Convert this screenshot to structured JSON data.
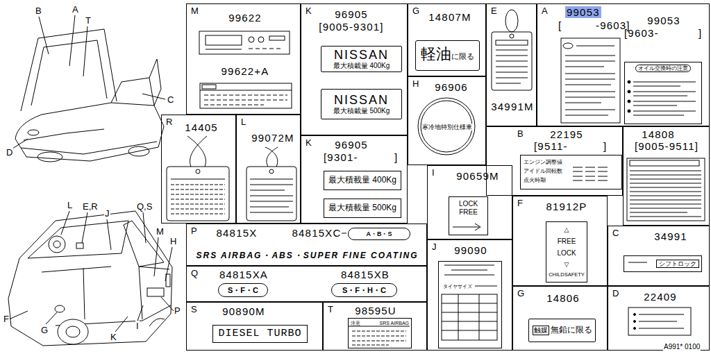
{
  "diagram": {
    "nodes": [
      {
        "text": [
          "M",
          "99622",
          "99622+A"
        ]
      },
      {
        "text": [
          "K",
          "96905",
          "[9005-9301]"
        ]
      },
      {
        "text": [
          "NISSAN",
          "最大積載量 400Kg"
        ],
        "in": 1
      },
      {
        "text": [
          "NISSAN",
          "最大積載量 500Kg"
        ],
        "in": 1
      },
      {
        "text": [
          "G",
          "14807M"
        ]
      },
      {
        "text": [
          "軽油",
          "に限る"
        ],
        "in": 4
      },
      {
        "text": [
          "E",
          "34991M"
        ]
      },
      {
        "text": [
          "A",
          "99053",
          "[",
          "-9603]",
          "99053",
          "[9603-",
          "]"
        ]
      },
      {
        "text": [
          "オイル交換時の注意"
        ],
        "in": 7
      },
      {
        "text": [
          "R",
          "14405"
        ]
      },
      {
        "text": [
          "L",
          "99072M"
        ]
      },
      {
        "text": [
          "K",
          "96905",
          "[9301-",
          "]"
        ]
      },
      {
        "text": [
          "最大積載量 400Kg"
        ],
        "in": 11
      },
      {
        "text": [
          "最大積載量 500Kg"
        ],
        "in": 11
      },
      {
        "text": [
          "H",
          "96906"
        ]
      },
      {
        "text": [
          "寒冷地特別仕様車"
        ],
        "in": 14
      },
      {
        "text": [
          "B",
          "22195",
          "[9511-",
          "]"
        ]
      },
      {
        "text": [
          "エンジン調整値",
          "アイドル回転数",
          "点火時期"
        ],
        "in": 16
      },
      {
        "text": [
          "14808",
          "[9005-9511]"
        ]
      },
      {
        "text": [
          "I",
          "90659M"
        ]
      },
      {
        "text": [
          "LOCK",
          "FREE"
        ],
        "in": 19
      },
      {
        "text": [
          "F",
          "81912P"
        ]
      },
      {
        "text": [
          "△",
          "FREE",
          "LOCK",
          "▽",
          "CHILDSAFETY"
        ],
        "in": 21
      },
      {
        "text": [
          "C",
          "34991"
        ]
      },
      {
        "text": [
          "シフトロック"
        ],
        "in": 23
      },
      {
        "text": [
          "P",
          "84815X",
          "84815XC"
        ]
      },
      {
        "text": [
          "SRS AIRBAG・ABS・SUPER FINE COATING"
        ],
        "in": 25
      },
      {
        "text": [
          "A・B・S"
        ],
        "in": 25
      },
      {
        "text": [
          "Q",
          "84815XA",
          "84815XB"
        ]
      },
      {
        "text": [
          "S・F・C"
        ],
        "in": 28
      },
      {
        "text": [
          "S・F・H・C"
        ],
        "in": 28
      },
      {
        "text": [
          "J",
          "99090"
        ]
      },
      {
        "text": [
          "タイヤサイズ"
        ],
        "in": 31
      },
      {
        "text": [
          "G",
          "14806"
        ]
      },
      {
        "text": [
          "触媒",
          "無鉛に限る"
        ],
        "in": 33
      },
      {
        "text": [
          "D",
          "22409"
        ]
      },
      {
        "text": [
          "S",
          "90890M"
        ]
      },
      {
        "text": [
          "DIESEL TURBO"
        ],
        "in": 36
      },
      {
        "text": [
          "T",
          "98595U"
        ]
      },
      {
        "text": [
          "注意",
          "SRS AIRBAG"
        ],
        "in": 38
      }
    ],
    "labels": [
      "B",
      "A",
      "T",
      "C",
      "D",
      "L",
      "E,R",
      "J",
      "Q,S",
      "M",
      "H",
      "F",
      "G",
      "K",
      "I",
      "P",
      "A991* 0100"
    ]
  }
}
